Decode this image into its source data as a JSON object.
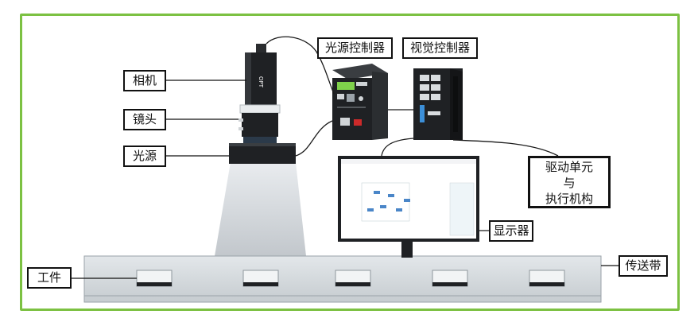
{
  "labels": {
    "camera": "相机",
    "lens": "镜头",
    "light_source": "光源",
    "light_controller": "光源控制器",
    "vision_controller": "视觉控制器",
    "drive_line1": "驱动单元",
    "drive_line2": "与",
    "drive_line3": "执行机构",
    "monitor": "显示器",
    "workpiece": "工件",
    "conveyor": "传送带"
  },
  "camera_brand": "OPT",
  "colors": {
    "frame_border": "#7cc142",
    "device_dark": "#1f2124",
    "conveyor": "#d7dcdf",
    "light_beam": "#cfd3d8",
    "lcd": "#7fd14b"
  }
}
